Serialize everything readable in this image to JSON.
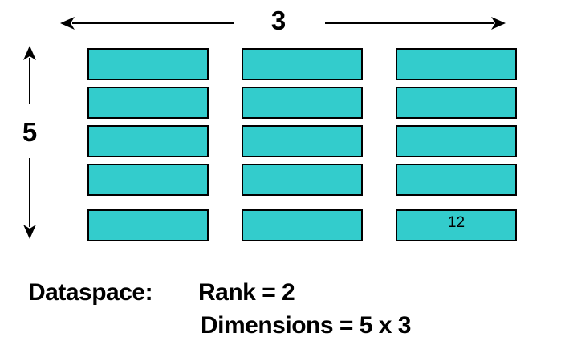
{
  "diagram": {
    "horizontal_dimension_label": "3",
    "vertical_dimension_label": "5",
    "grid": {
      "rows": 5,
      "cols": 3,
      "labeled_cell": {
        "row": 5,
        "col": 3,
        "value": "12"
      }
    },
    "caption": {
      "title": "Dataspace:",
      "rank_line": "Rank = 2",
      "dimensions_line": "Dimensions = 5 x 3"
    },
    "colors": {
      "cell_fill": "#33CCCC",
      "cell_border": "#000000",
      "line_color": "#000000",
      "text_color": "#000000",
      "background": "#FFFFFF"
    }
  }
}
